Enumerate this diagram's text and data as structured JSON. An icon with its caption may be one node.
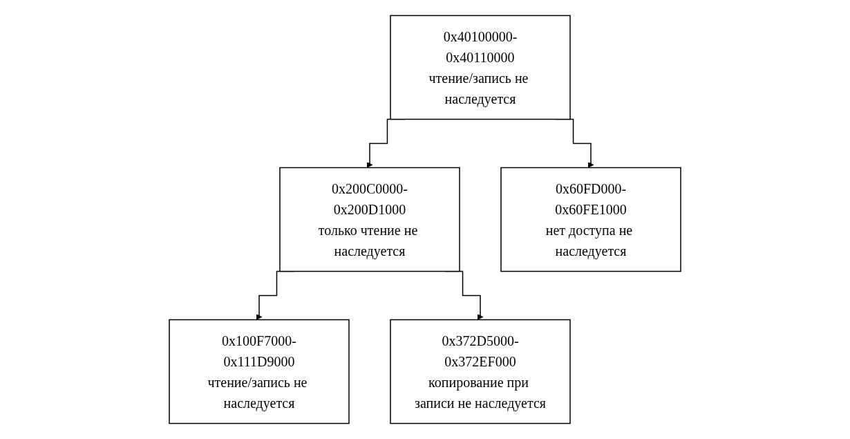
{
  "diagram": {
    "nodes": [
      {
        "text": [
          "0x40100000-0x40110000",
          "чтение/запись не наследуется"
        ]
      },
      {
        "text": [
          "0x200C0000-0x200D1000",
          "только чтение не наследуется"
        ]
      },
      {
        "text": [
          "0x60FD000-0x60FE1000",
          "нет доступа не наследуется"
        ]
      },
      {
        "text": [
          "0x100F7000-0x111D9000",
          "чтение/запись не наследуется"
        ]
      },
      {
        "text": [
          "0x372D5000-0x372EF000",
          "копирование при записи не наследуется"
        ]
      }
    ],
    "edges": [
      {
        "from": 0,
        "to": 1,
        "arrow": "to"
      },
      {
        "from": 0,
        "to": 2,
        "arrow": "to"
      },
      {
        "from": 1,
        "to": 3,
        "arrow": "to"
      },
      {
        "from": 1,
        "to": 4,
        "arrow": "to"
      }
    ]
  }
}
